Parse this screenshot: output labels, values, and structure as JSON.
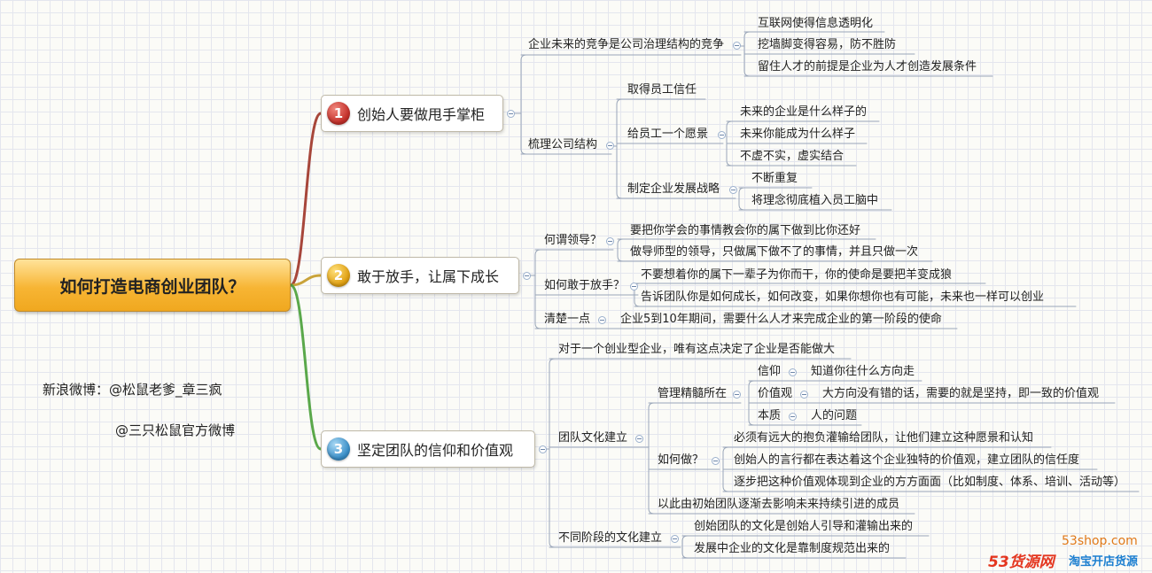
{
  "root": {
    "title": "如何打造电商创业团队？"
  },
  "branches": [
    {
      "num": "1",
      "title": "创始人要做甩手掌柜",
      "subs": [
        {
          "label": "企业未来的竞争是公司治理结构的竞争",
          "items": [
            "互联网使得信息透明化",
            "挖墙脚变得容易，防不胜防",
            "留住人才的前提是企业为人才创造发展条件"
          ]
        },
        {
          "label": "梳理公司结构",
          "children": [
            {
              "label": "取得员工信任"
            },
            {
              "label": "给员工一个愿景",
              "items": [
                "未来的企业是什么样子的",
                "未来你能成为什么样子",
                "不虚不实，虚实结合"
              ]
            },
            {
              "label": "制定企业发展战略",
              "items": [
                "不断重复",
                "将理念彻底植入员工脑中"
              ]
            }
          ]
        }
      ]
    },
    {
      "num": "2",
      "title": "敢于放手，让属下成长",
      "subs": [
        {
          "label": "何谓领导？",
          "items": [
            "要把你学会的事情教会你的属下做到比你还好",
            "做导师型的领导，只做属下做不了的事情，并且只做一次"
          ]
        },
        {
          "label": "如何敢于放手？",
          "items": [
            "不要想着你的属下一辈子为你而干，你的使命是要把羊变成狼",
            "告诉团队你是如何成长，如何改变，如果你想你也有可能，未来也一样可以创业"
          ]
        },
        {
          "label": "清楚一点",
          "items": [
            "企业5到10年期间，需要什么人才来完成企业的第一阶段的使命"
          ]
        }
      ]
    },
    {
      "num": "3",
      "title": "坚定团队的信仰和价值观",
      "subs": [
        {
          "label": "对于一个创业型企业，唯有这点决定了企业是否能做大"
        },
        {
          "label": "团队文化建立",
          "children": [
            {
              "label": "管理精髓所在",
              "pairs": [
                {
                  "label": "信仰",
                  "value": "知道你往什么方向走"
                },
                {
                  "label": "价值观",
                  "value": "大方向没有错的话，需要的就是坚持，即一致的价值观"
                },
                {
                  "label": "本质",
                  "value": "人的问题"
                }
              ]
            },
            {
              "label": "如何做？",
              "items": [
                "必须有远大的抱负灌输给团队，让他们建立这种愿景和认知",
                "创始人的言行都在表达着这个企业独特的价值观，建立团队的信任度",
                "逐步把这种价值观体现到企业的方方面面（比如制度、体系、培训、活动等）"
              ]
            },
            {
              "label": "以此由初始团队逐渐去影响未来持续引进的成员"
            }
          ]
        },
        {
          "label": "不同阶段的文化建立",
          "items": [
            "创始团队的文化是创始人引导和灌输出来的",
            "发展中企业的文化是靠制度规范出来的"
          ]
        }
      ]
    }
  ],
  "notes": {
    "weibo1": "新浪微博：@松鼠老爹_章三疯",
    "weibo2": "@三只松鼠官方微博"
  },
  "watermark": {
    "domain": "53shop.com",
    "brand": "53货源网",
    "slogan": "淘宝开店货源"
  },
  "colors": {
    "branch1": "#a7463a",
    "branch2": "#c9a33a",
    "branch3": "#5aa84a",
    "line": "#9aa6b8"
  }
}
